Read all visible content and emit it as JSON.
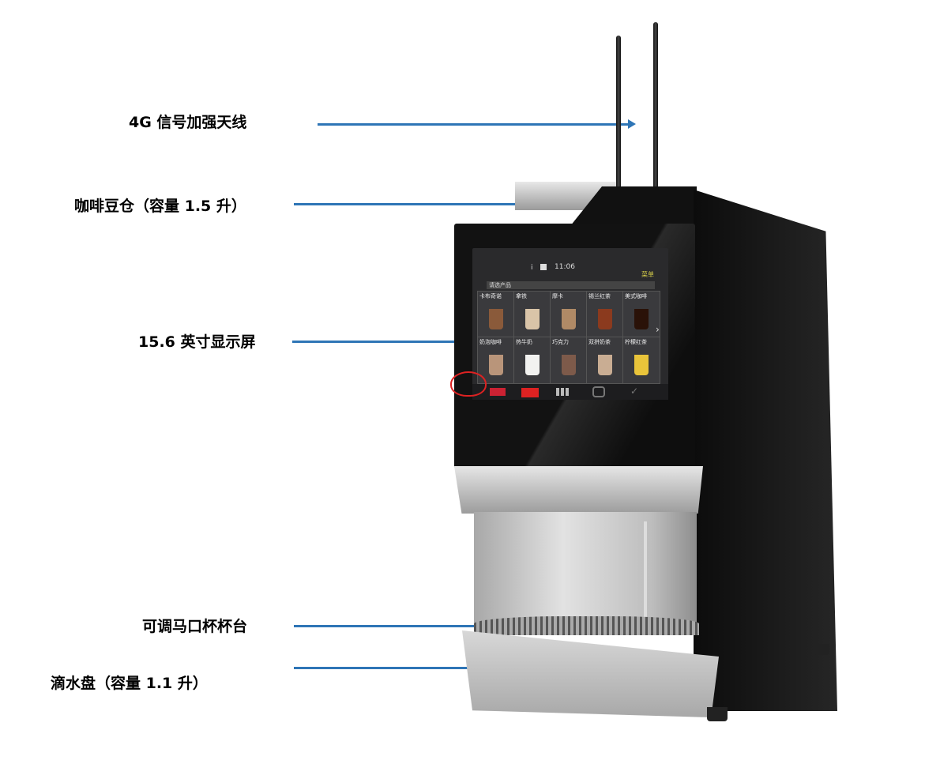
{
  "callouts": [
    {
      "label": "4G 信号加强天线"
    },
    {
      "label": "咖啡豆仓（容量 1.5 升）"
    },
    {
      "label": "15.6 英寸显示屏"
    },
    {
      "label": "可调马口杯杯台"
    },
    {
      "label": "滴水盘（容量 1.1 升）"
    }
  ],
  "screen": {
    "time": "11:06",
    "info_icon": "i",
    "menu_label": "菜单",
    "prompt": "请选产品",
    "products": [
      {
        "name": "卡布奇诺",
        "color": "#8a5a3a"
      },
      {
        "name": "拿铁",
        "color": "#d9c4a8"
      },
      {
        "name": "摩卡",
        "color": "#b08a66"
      },
      {
        "name": "锡兰红茶",
        "color": "#8b3a1e"
      },
      {
        "name": "美式咖啡",
        "color": "#2a1208"
      },
      {
        "name": "奶泡咖啡",
        "color": "#b9957a"
      },
      {
        "name": "热牛奶",
        "color": "#f2f2f0"
      },
      {
        "name": "巧克力",
        "color": "#7d5a4a"
      },
      {
        "name": "双拼奶茶",
        "color": "#c9ad93"
      },
      {
        "name": "柠檬红茶",
        "color": "#e9c43a"
      }
    ],
    "next_icon": "›",
    "confirm_icon": "✓"
  },
  "colors": {
    "arrow": "#2e75b6",
    "body": "#1a1a1a",
    "steel": "#c8c9cb"
  }
}
